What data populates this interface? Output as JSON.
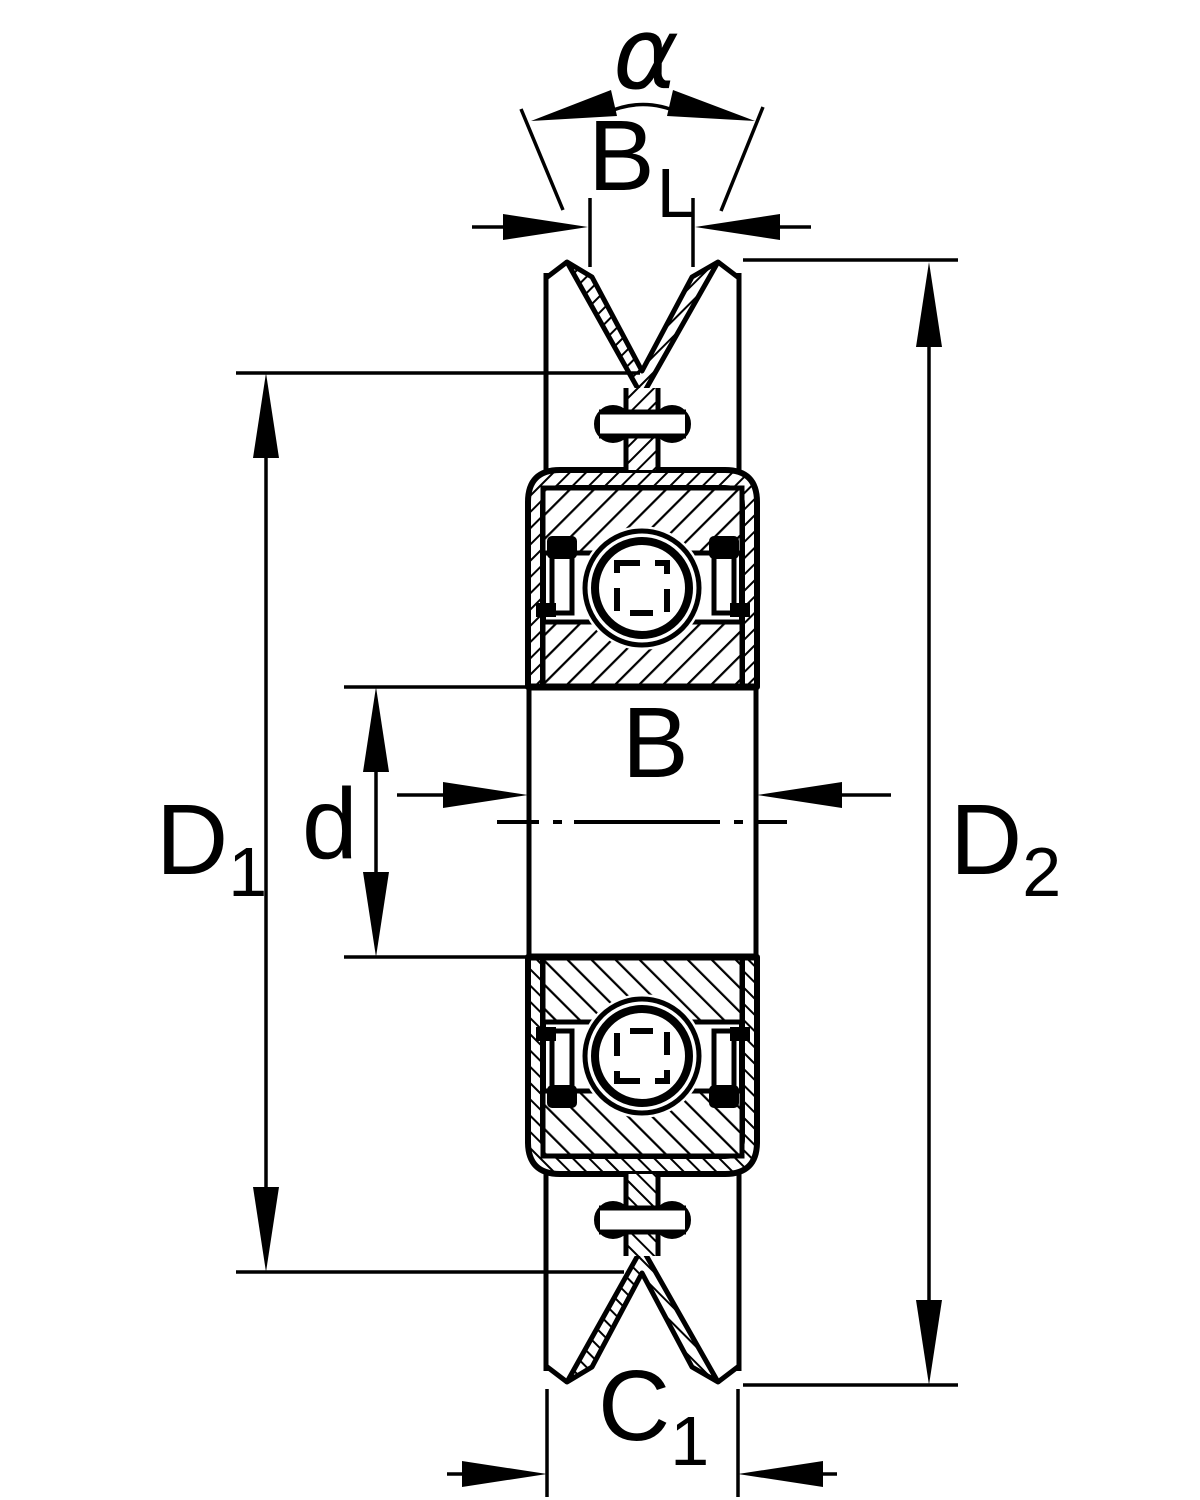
{
  "drawing": {
    "type": "pulley-with-ball-bearings-cross-section",
    "labels": {
      "alpha": "α",
      "b_l": {
        "main": "B",
        "sub": "L"
      },
      "b": "B",
      "d": "d",
      "d1": {
        "main": "D",
        "sub": "1"
      },
      "d2": {
        "main": "D",
        "sub": "2"
      },
      "c1": {
        "main": "C",
        "sub": "1"
      }
    },
    "colors": {
      "line": "#000000",
      "background": "#ffffff"
    }
  }
}
